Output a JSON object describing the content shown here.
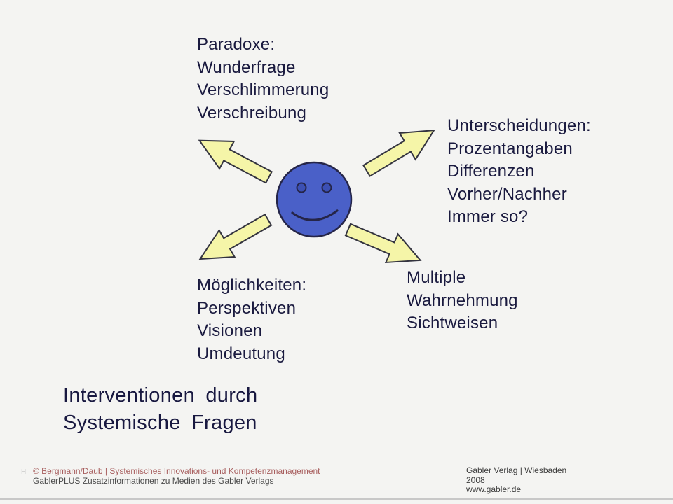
{
  "slide": {
    "colors": {
      "background": "#f4f4f2",
      "text": "#1a1a3f",
      "arrow_fill": "#f5f5a8",
      "arrow_stroke": "#33333f",
      "smiley_fill": "#4a60c8",
      "smiley_eye_fill": "#3c50b4",
      "smiley_stroke": "#252548",
      "footer_copyright_color": "#a85f5f",
      "footer_text_color": "#4a4a4a"
    },
    "blocks": {
      "paradoxe": {
        "lines": [
          "Paradoxe:",
          "Wunderfrage",
          "Verschlimmerung",
          "Verschreibung"
        ]
      },
      "unterscheidungen": {
        "lines": [
          "Unterscheidungen:",
          "Prozentangaben",
          "Differenzen",
          "Vorher/Nachher",
          "Immer so?"
        ]
      },
      "moeglichkeiten": {
        "lines": [
          "Möglichkeiten:",
          "Perspektiven",
          "Visionen",
          "Umdeutung"
        ]
      },
      "multiple": {
        "lines": [
          "Multiple",
          "Wahrnehmung",
          "Sichtweisen"
        ]
      }
    },
    "title": {
      "lines": [
        "Interventionen durch",
        "Systemische Fragen"
      ]
    },
    "footer": {
      "watermark": "H",
      "left_line1": "© Bergmann/Daub | Systemisches Innovations- und Kompetenzmanagement",
      "left_line2": "GablerPLUS Zusatzinformationen zu Medien des Gabler Verlags",
      "right_line1": "Gabler Verlag | Wiesbaden",
      "right_line2": "2008",
      "right_line3": "www.gabler.de"
    }
  }
}
